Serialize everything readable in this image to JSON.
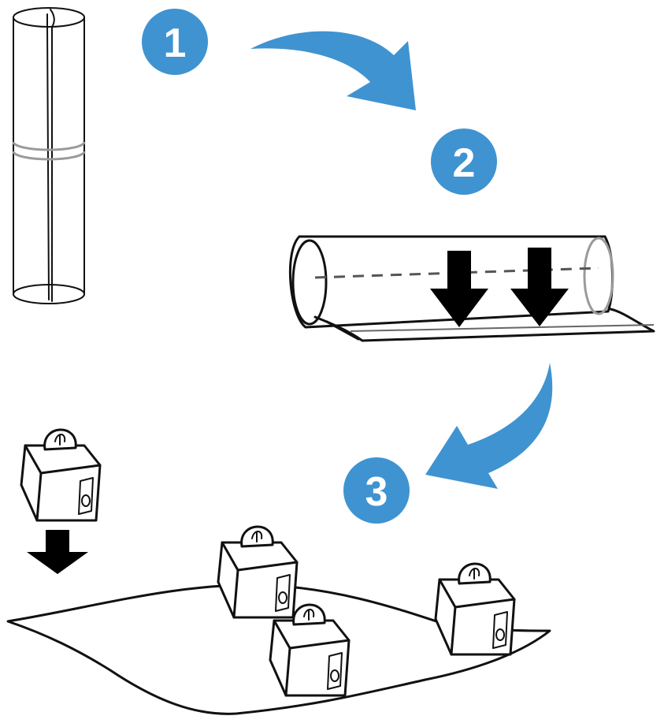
{
  "steps": [
    {
      "number": "1",
      "color": "#3f93d1"
    },
    {
      "number": "2",
      "color": "#3f93d1"
    },
    {
      "number": "3",
      "color": "#3f93d1"
    }
  ],
  "colors": {
    "step_badge": "#3f93d1",
    "flow_arrow": "#3f93d1",
    "line_art": "#111111",
    "background": "#ffffff"
  },
  "icons": {
    "rolled_tube": "rolled-film-tube-icon",
    "flattening_sheet": "unrolling-sheet-icon",
    "weight": "weight-block-icon",
    "press_down": "down-arrow-icon",
    "flat_sheet": "flat-sheet-icon"
  }
}
